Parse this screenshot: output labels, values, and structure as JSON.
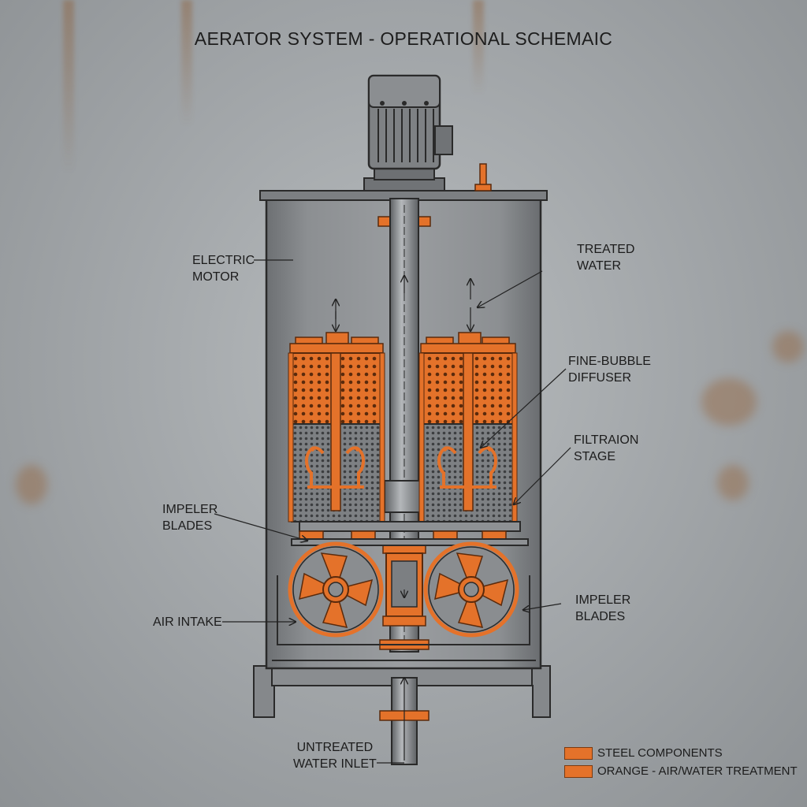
{
  "title": "AERATOR SYSTEM - OPERATIONAL SCHEMAIC",
  "labels": {
    "electric_motor": [
      "ELECTRIC",
      "MOTOR"
    ],
    "treated_water": [
      "TREATED",
      "WATER"
    ],
    "fine_bubble_diffuser": [
      "FINE-BUBBLE",
      "DIFFUSER"
    ],
    "filtration_stage": [
      "FILTRAION",
      "STAGE"
    ],
    "impeller_blades_left": [
      "IMPELER",
      "BLADES"
    ],
    "impeller_blades_right": [
      "IMPELER",
      "BLADES"
    ],
    "air_intake": [
      "AIR INTAKE"
    ],
    "untreated_water_inlet": [
      "UNTREATED",
      "WATER INLET"
    ]
  },
  "legend": [
    {
      "label": "STEEL COMPONENTS",
      "color": "#e4722a"
    },
    {
      "label": "ORANGE - AIR/WATER TREATMENT",
      "color": "#e4722a"
    }
  ],
  "colors": {
    "steel": "#8a8d90",
    "steel_dark": "#5e6164",
    "orange": "#e4722a",
    "outline": "#2a2a2a"
  }
}
